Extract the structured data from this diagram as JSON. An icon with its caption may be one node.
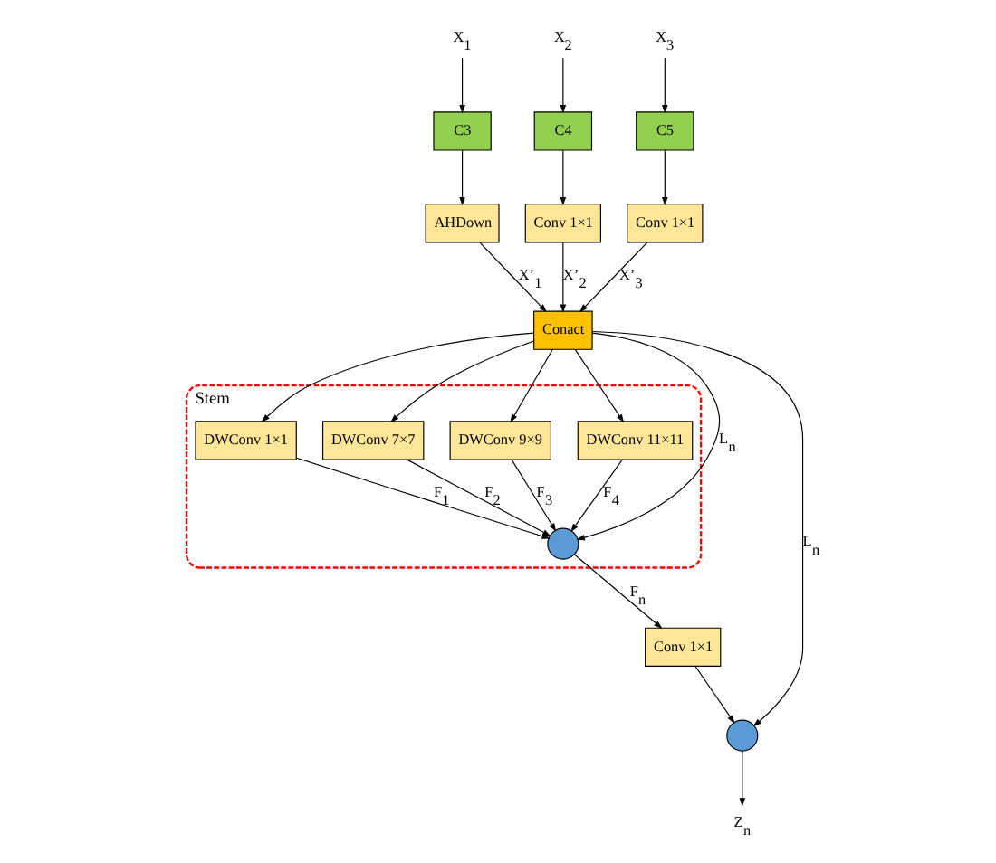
{
  "diagram": {
    "nodes": [
      {
        "text": [
          "X$_{1}$"
        ]
      },
      {
        "text": [
          "X$_{2}$"
        ]
      },
      {
        "text": [
          "X$_{3}$"
        ]
      },
      {
        "text": [
          "C3"
        ]
      },
      {
        "text": [
          "C4"
        ]
      },
      {
        "text": [
          "C5"
        ]
      },
      {
        "text": [
          "AHDown"
        ]
      },
      {
        "text": [
          "Conv 1×1"
        ]
      },
      {
        "text": [
          "Conv 1×1"
        ]
      },
      {
        "text": [
          "Conact"
        ]
      },
      {
        "text": [
          "Stem"
        ]
      },
      {
        "text": [
          "DWConv 1×1"
        ],
        "in": 10
      },
      {
        "text": [
          "DWConv 7×7"
        ],
        "in": 10
      },
      {
        "text": [
          "DWConv 9×9"
        ],
        "in": 10
      },
      {
        "text": [
          "DWConv 11×11"
        ],
        "in": 10
      },
      {
        "text": [],
        "shape": "circle",
        "in": 10
      },
      {
        "text": [
          "Conv 1×1"
        ]
      },
      {
        "text": [],
        "shape": "circle"
      },
      {
        "text": [
          "Z$_{n}$"
        ]
      }
    ],
    "edges": [
      {
        "from": 0,
        "to": 3,
        "arrow": "to"
      },
      {
        "from": 1,
        "to": 4,
        "arrow": "to"
      },
      {
        "from": 2,
        "to": 5,
        "arrow": "to"
      },
      {
        "from": 3,
        "to": 6,
        "arrow": "to"
      },
      {
        "from": 4,
        "to": 7,
        "arrow": "to"
      },
      {
        "from": 5,
        "to": 8,
        "arrow": "to"
      },
      {
        "from": 6,
        "to": 9,
        "arrow": "to",
        "label": "X’$_{1}$"
      },
      {
        "from": 7,
        "to": 9,
        "arrow": "to",
        "label": "X’$_{2}$"
      },
      {
        "from": 8,
        "to": 9,
        "arrow": "to",
        "label": "X’$_{3}$"
      },
      {
        "from": 9,
        "to": 11,
        "arrow": "to"
      },
      {
        "from": 9,
        "to": 12,
        "arrow": "to"
      },
      {
        "from": 9,
        "to": 15,
        "arrow": "to",
        "label": "L$_{n}$"
      },
      {
        "from": 9,
        "to": 13,
        "arrow": "to"
      },
      {
        "from": 9,
        "to": 14,
        "arrow": "to"
      },
      {
        "from": 11,
        "to": 15,
        "arrow": "to",
        "label": "F$_{1}$"
      },
      {
        "from": 12,
        "to": 15,
        "arrow": "to",
        "label": "F$_{2}$"
      },
      {
        "from": 13,
        "to": 15,
        "arrow": "to",
        "label": "F$_{3}$"
      },
      {
        "from": 14,
        "to": 15,
        "arrow": "to",
        "label": "F$_{4}$"
      },
      {
        "from": 15,
        "to": 16,
        "arrow": "to",
        "label": "F$_{n}$"
      },
      {
        "from": 16,
        "to": 17,
        "arrow": "to"
      },
      {
        "from": 9,
        "to": 17,
        "arrow": "to",
        "label": "L$_{n}$"
      },
      {
        "from": 17,
        "to": 18,
        "arrow": "to"
      }
    ]
  }
}
